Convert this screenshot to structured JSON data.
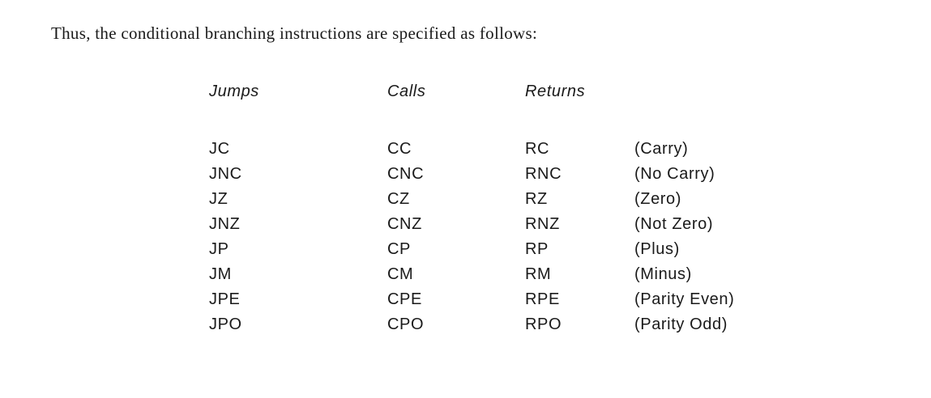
{
  "intro": "Thus, the conditional branching instructions are specified as follows:",
  "headers": {
    "jumps": "Jumps",
    "calls": "Calls",
    "returns": "Returns"
  },
  "rows": [
    {
      "jump": "JC",
      "call": "CC",
      "ret": "RC",
      "cond": "(Carry)"
    },
    {
      "jump": "JNC",
      "call": "CNC",
      "ret": "RNC",
      "cond": "(No Carry)"
    },
    {
      "jump": "JZ",
      "call": "CZ",
      "ret": "RZ",
      "cond": "(Zero)"
    },
    {
      "jump": "JNZ",
      "call": "CNZ",
      "ret": "RNZ",
      "cond": "(Not Zero)"
    },
    {
      "jump": "JP",
      "call": "CP",
      "ret": "RP",
      "cond": "(Plus)"
    },
    {
      "jump": "JM",
      "call": "CM",
      "ret": "RM",
      "cond": "(Minus)"
    },
    {
      "jump": "JPE",
      "call": "CPE",
      "ret": "RPE",
      "cond": "(Parity Even)"
    },
    {
      "jump": "JPO",
      "call": "CPO",
      "ret": "RPO",
      "cond": "(Parity Odd)"
    }
  ]
}
